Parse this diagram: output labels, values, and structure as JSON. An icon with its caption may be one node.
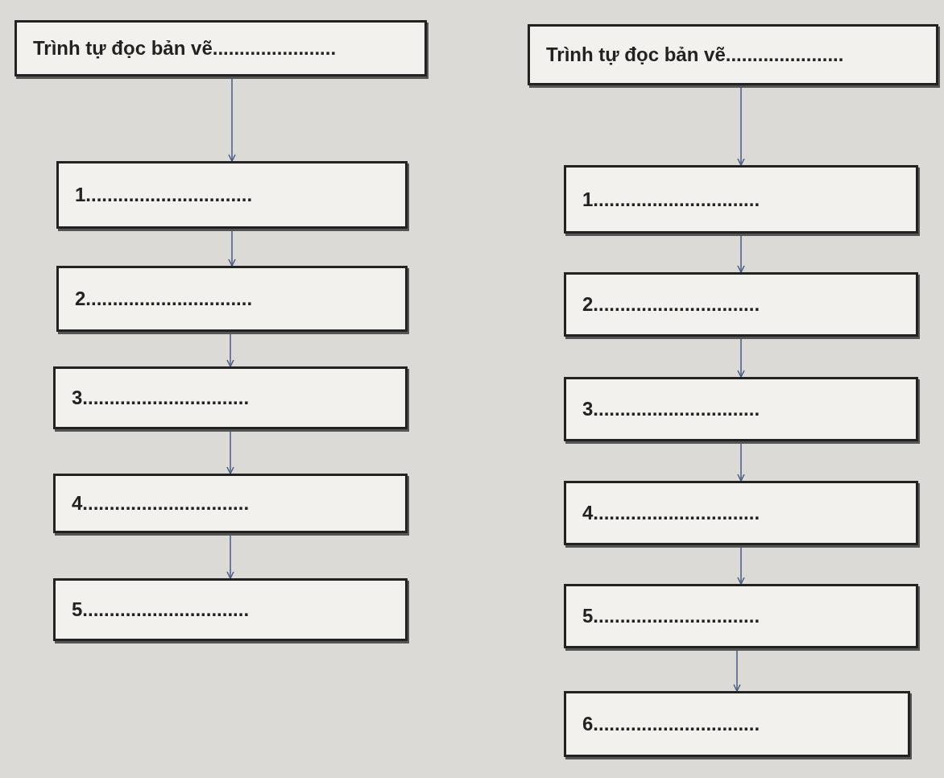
{
  "diagram": {
    "nodes": [
      {
        "text": [
          "Trình tự đọc bản vẽ......................."
        ]
      },
      {
        "text": [
          "1..............................."
        ]
      },
      {
        "text": [
          "2..............................."
        ]
      },
      {
        "text": [
          "3..............................."
        ]
      },
      {
        "text": [
          "4..............................."
        ]
      },
      {
        "text": [
          "5..............................."
        ]
      },
      {
        "text": [
          "Trình tự đọc bản vẽ......................"
        ]
      },
      {
        "text": [
          "1..............................."
        ]
      },
      {
        "text": [
          "2..............................."
        ]
      },
      {
        "text": [
          "3..............................."
        ]
      },
      {
        "text": [
          "4..............................."
        ]
      },
      {
        "text": [
          "5..............................."
        ]
      },
      {
        "text": [
          "6..............................."
        ]
      }
    ],
    "edges": [
      {
        "from": 0,
        "to": 1,
        "arrow": "to"
      },
      {
        "from": 1,
        "to": 2,
        "arrow": "to"
      },
      {
        "from": 2,
        "to": 3,
        "arrow": "to"
      },
      {
        "from": 3,
        "to": 4,
        "arrow": "to"
      },
      {
        "from": 4,
        "to": 5,
        "arrow": "to"
      },
      {
        "from": 6,
        "to": 7,
        "arrow": "to"
      },
      {
        "from": 7,
        "to": 8,
        "arrow": "to"
      },
      {
        "from": 8,
        "to": 9,
        "arrow": "to"
      },
      {
        "from": 9,
        "to": 10,
        "arrow": "to"
      },
      {
        "from": 10,
        "to": 11,
        "arrow": "to"
      },
      {
        "from": 11,
        "to": 12,
        "arrow": "to"
      }
    ]
  }
}
